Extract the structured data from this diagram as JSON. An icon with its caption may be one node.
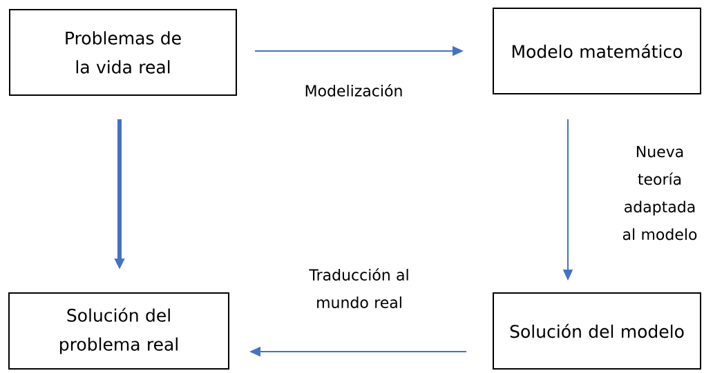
{
  "diagram": {
    "nodes": [
      {
        "text": [
          "Problemas de la vida real"
        ]
      },
      {
        "text": [
          "Modelo matemático"
        ]
      },
      {
        "text": [
          "Solución del problema real"
        ]
      },
      {
        "text": [
          "Solución del modelo"
        ]
      }
    ],
    "edges": [
      {
        "from": 0,
        "to": 1,
        "arrow": "to",
        "label": "Modelización"
      },
      {
        "from": 1,
        "to": 3,
        "arrow": "to",
        "label": "Nueva teoría adaptada al modelo"
      },
      {
        "from": 0,
        "to": 2,
        "arrow": "to",
        "style": "thick"
      },
      {
        "from": 3,
        "to": 2,
        "arrow": "to",
        "label": "Traducción al mundo real"
      }
    ]
  }
}
